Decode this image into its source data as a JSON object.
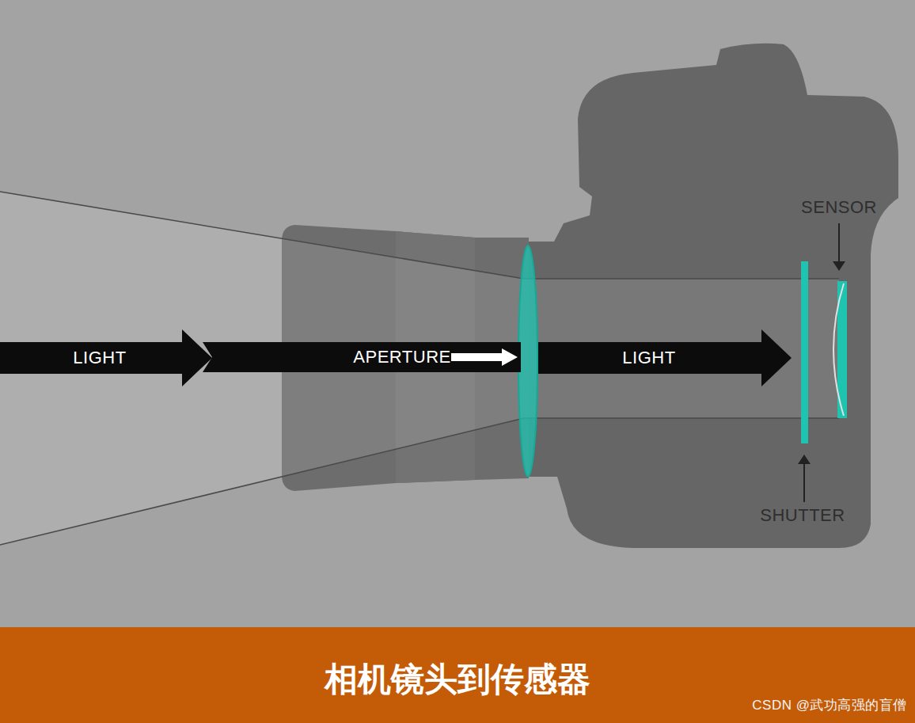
{
  "diagram": {
    "caption": "相机镜头到传感器",
    "nodes": [
      {
        "text": [
          "LIGHT"
        ]
      },
      {
        "text": [
          "APERTURE"
        ]
      },
      {
        "text": [
          "LIGHT"
        ]
      }
    ],
    "labels": [
      "SENSOR",
      "SHUTTER",
      "CSDN @武功高强的盲僧"
    ]
  }
}
